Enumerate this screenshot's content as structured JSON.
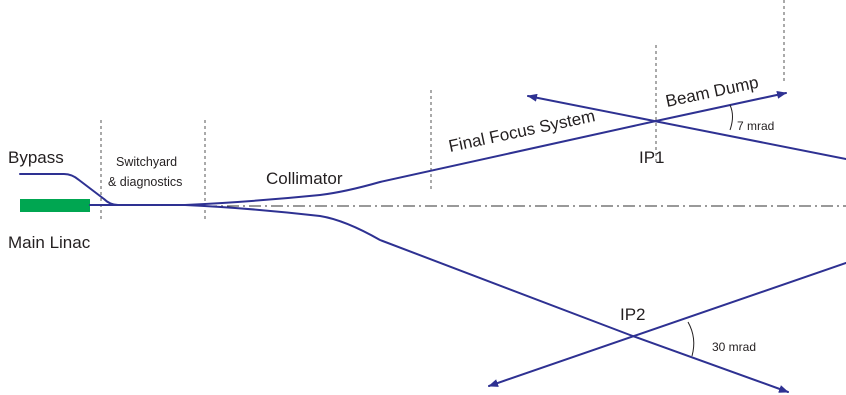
{
  "labels": {
    "bypass": "Bypass",
    "main_linac": "Main Linac",
    "switchyard_line1": "Switchyard",
    "switchyard_line2": "& diagnostics",
    "collimator": "Collimator",
    "final_focus": "Final Focus System",
    "beam_dump": "Beam Dump",
    "ip1": "IP1",
    "ip2": "IP2",
    "angle_ip1": "7 mrad",
    "angle_ip2": "30 mrad"
  },
  "colors": {
    "beam_line": "#2e3192",
    "main_linac": "#00a651",
    "text": "#231f20",
    "dashed_guides": "#555555"
  }
}
